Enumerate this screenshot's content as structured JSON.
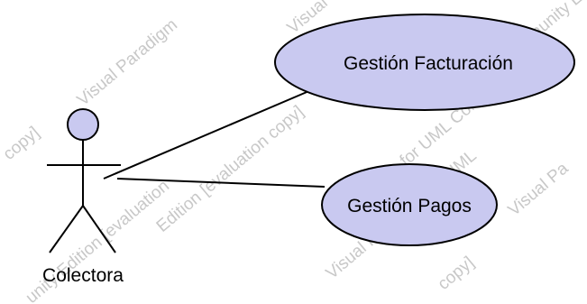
{
  "actor": {
    "name": "Colectora"
  },
  "use_cases": [
    {
      "name": "Gestión Facturación"
    },
    {
      "name": "Gestión Pagos"
    }
  ],
  "watermarks": [
    "Visual Paradigm",
    "Visual",
    "Community E",
    "Edition [evaluation copy]",
    "for UML Community",
    "Visual Paradigm for UML",
    "Visual Pa",
    "copy]",
    "unity Edition [evaluation",
    "Visual Pa",
    "copy]",
    "Visual Pa"
  ],
  "colors": {
    "fill": "#c9c9f0",
    "stroke": "#000000",
    "watermark": "#c8c8c8"
  }
}
